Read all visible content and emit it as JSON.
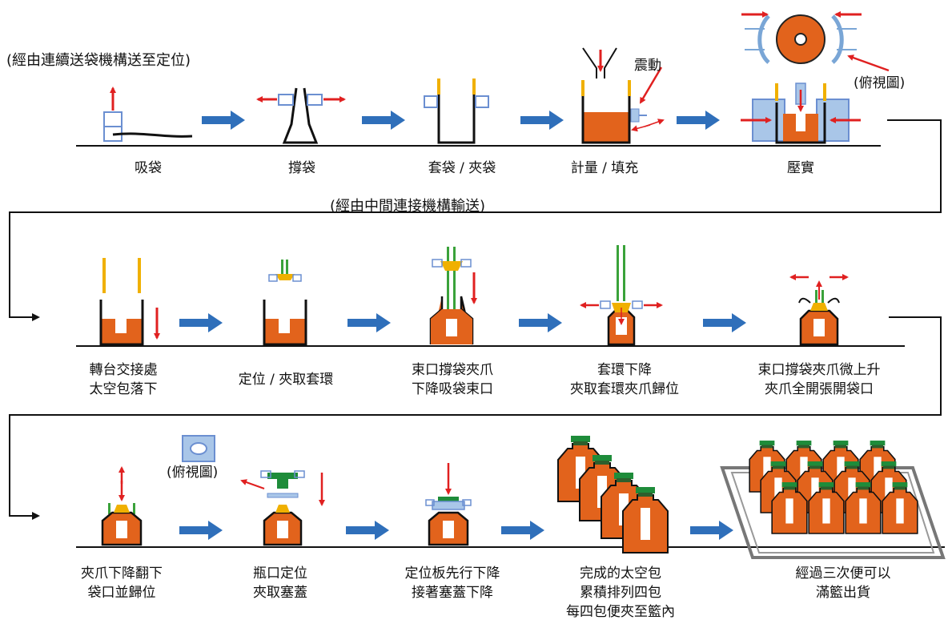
{
  "colors": {
    "arrow_blue": "#2f6fba",
    "red": "#e02020",
    "orange": "#e2631c",
    "yellow": "#f0b000",
    "green": "#3aa23a",
    "dark_green": "#1e8c3a",
    "light_blue": "#a9c6e8",
    "box_blue": "#6b8fd1",
    "line": "#111111"
  },
  "notes": {
    "conveyor": "(經由連續送袋機構送至定位)",
    "vibration": "震動",
    "topview_1": "(俯視圖)",
    "intermediate": "(經由中間連接機構輸送)",
    "topview_2": "(俯視圖)"
  },
  "row1": {
    "step1": "吸袋",
    "step2": "撐袋",
    "step3": "套袋 / 夾袋",
    "step4": "計量 / 填充",
    "step5": "壓實"
  },
  "row2": {
    "step1_l1": "轉台交接處",
    "step1_l2": "太空包落下",
    "step2": "定位 / 夾取套環",
    "step3_l1": "束口撐袋夾爪",
    "step3_l2": "下降吸袋束口",
    "step4_l1": "套環下降",
    "step4_l2": "夾取套環夾爪歸位",
    "step5_l1": "束口撐袋夾爪微上升",
    "step5_l2": "夾爪全開張開袋口"
  },
  "row3": {
    "step1_l1": "夾爪下降翻下",
    "step1_l2": "袋口並歸位",
    "step2_l1": "瓶口定位",
    "step2_l2": "夾取塞蓋",
    "step3_l1": "定位板先行下降",
    "step3_l2": "接著塞蓋下降",
    "step4_l1": "完成的太空包",
    "step4_l2": "累積排列四包",
    "step4_l3": "每四包便夾至籃內",
    "step5_l1": "經過三次便可以",
    "step5_l2": "滿籃出貨"
  }
}
